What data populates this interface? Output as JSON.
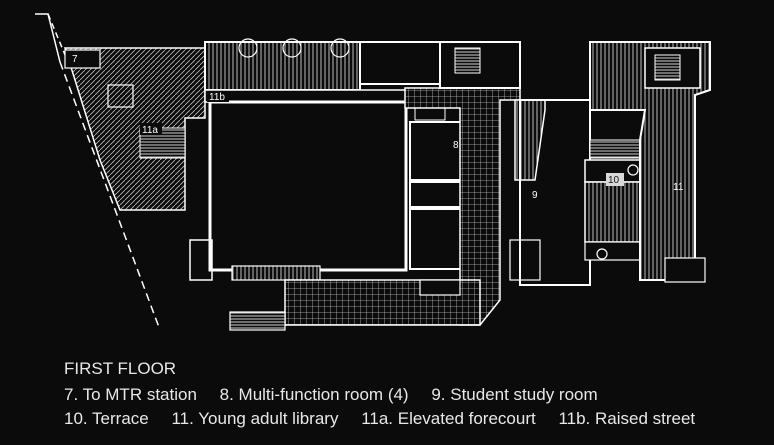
{
  "caption": {
    "title": "FIRST FLOOR",
    "line1": [
      "7. To MTR station",
      "8. Multi-function room (4)",
      "9. Student study room"
    ],
    "line2": [
      "10. Terrace",
      "11. Young adult library",
      "11a. Elevated forecourt",
      "11b. Raised street"
    ]
  },
  "plan_labels": {
    "l7": "7",
    "l8": "8",
    "l9": "9",
    "l10": "10",
    "l11": "11",
    "l11a": "11a",
    "l11b": "11b"
  },
  "colors": {
    "background": "#0b0b0b",
    "line": "#ffffff",
    "caption_text": "#e8e8e8"
  }
}
